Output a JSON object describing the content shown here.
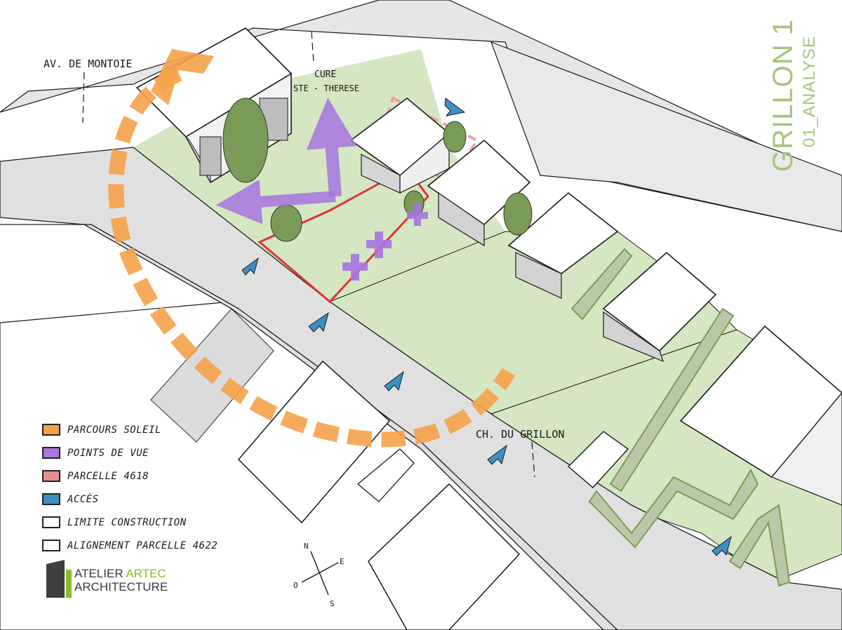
{
  "title": {
    "main": "GRILLON 1",
    "sub": "01_ANALYSE",
    "color": "#a9c47a"
  },
  "labels": {
    "avenue": "AV. DE MONTOIE",
    "cure_line1": "CURE",
    "cure_line2": "STE - THERESE",
    "chemin": "CH. DU GRILLON"
  },
  "legend": [
    {
      "label": "PARCOURS SOLEIL",
      "color": "#f5a24a"
    },
    {
      "label": "POINTS DE VUE",
      "color": "#a774e0"
    },
    {
      "label": "PARCELLE 4618",
      "color": "#e98a8e"
    },
    {
      "label": "ACCÈS",
      "color": "#3d8fc3"
    },
    {
      "label": "LIMITE CONSTRUCTION",
      "color": "#ffffff"
    },
    {
      "label": "ALIGNEMENT PARCELLE 4622",
      "color": "#ffffff"
    }
  ],
  "compass": {
    "n": "N",
    "e": "E",
    "s": "S",
    "o": "O"
  },
  "logo": {
    "line1_a": "ATELIER ",
    "line1_b": "ARTEC",
    "line2": "ARCHITECTURE",
    "accent_color": "#8bbd2a"
  },
  "colors": {
    "lawn": "#d4e7c2",
    "ground": "#e4e4e4",
    "road": "#e0e0e0",
    "sun_path": "#f5a24a",
    "view": "#a774e0",
    "parcel": "#e0333c",
    "access": "#3d8fc3",
    "trees": "#7a9b58"
  }
}
